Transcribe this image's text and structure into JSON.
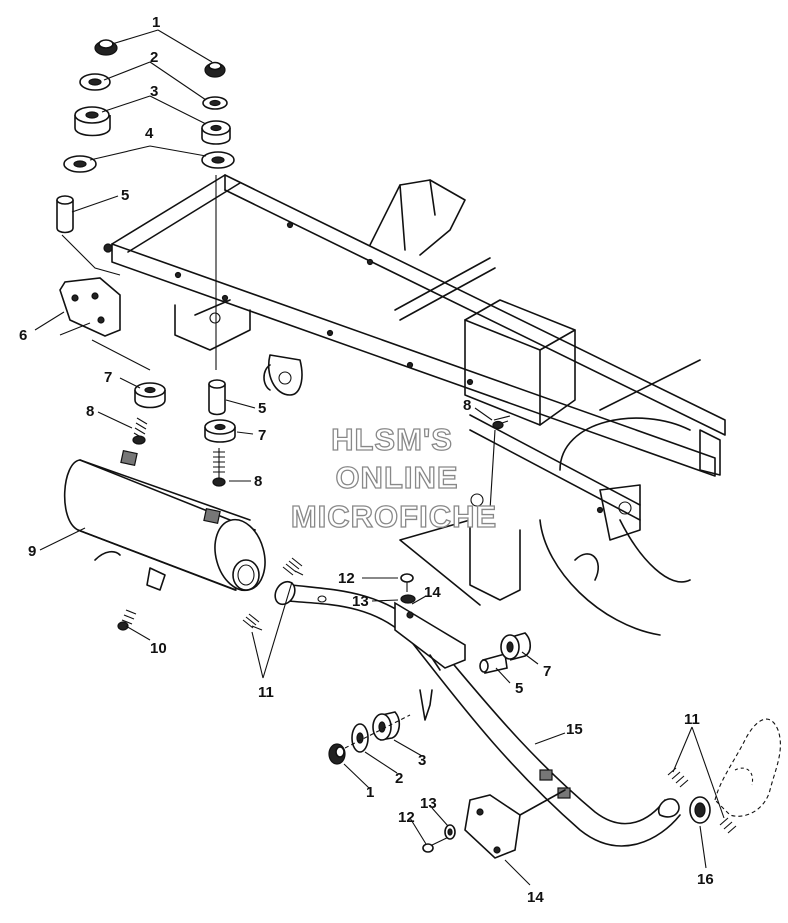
{
  "watermark": {
    "line1": "HLSM'S",
    "line2": "ONLINE",
    "line3": "MICROFICHE"
  },
  "callouts": {
    "c1_top": "1",
    "c2_top": "2",
    "c3_top": "3",
    "c4_top": "4",
    "c5_left": "5",
    "c6": "6",
    "c7_left": "7",
    "c8_left": "8",
    "c5_mid": "5",
    "c7_mid": "7",
    "c8_mid": "8",
    "c8_right": "8",
    "c9": "9",
    "c10": "10",
    "c11_left": "11",
    "c12_top": "12",
    "c13_top": "13",
    "c14_top": "14",
    "c7_right": "7",
    "c5_right": "5",
    "c15": "15",
    "c3_bottom": "3",
    "c2_bottom": "2",
    "c1_bottom": "1",
    "c11_right": "11",
    "c12_bottom": "12",
    "c13_bottom": "13",
    "c14_bottom": "14",
    "c16": "16"
  }
}
